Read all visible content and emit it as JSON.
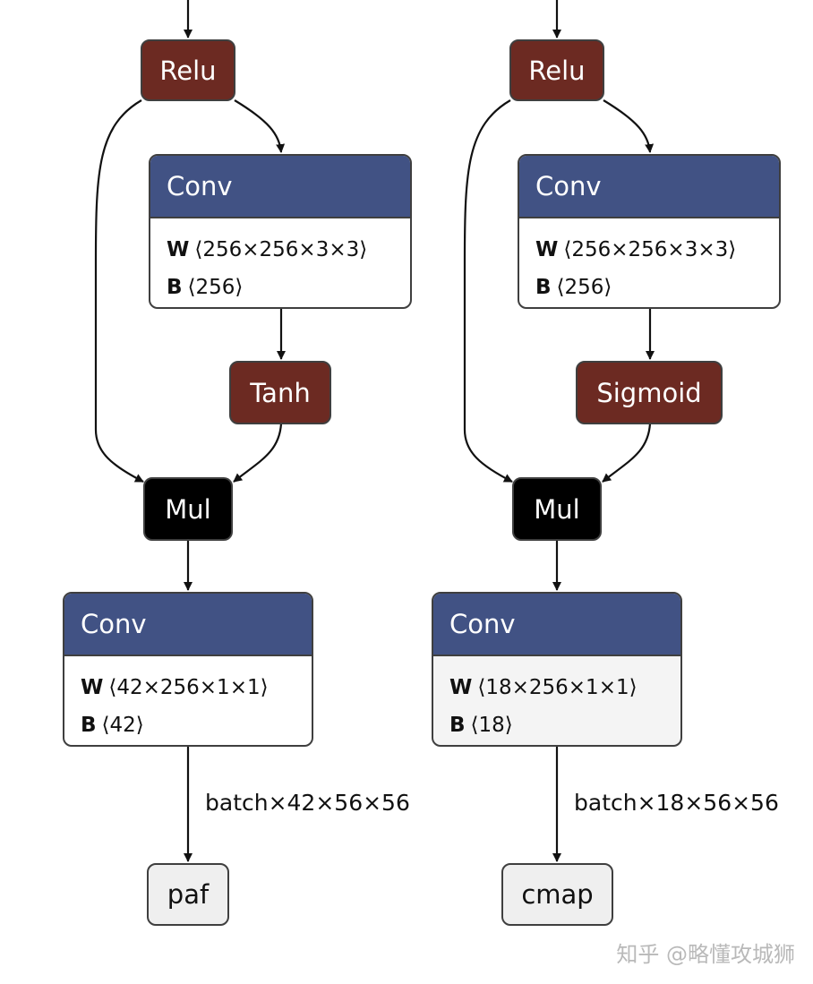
{
  "branches": [
    {
      "relu_label": "Relu",
      "conv1": {
        "title": "Conv",
        "w_key": "W",
        "w_shape": "⟨256×256×3×3⟩",
        "b_key": "B",
        "b_shape": "⟨256⟩"
      },
      "activation_label": "Tanh",
      "mul_label": "Mul",
      "conv2": {
        "title": "Conv",
        "w_key": "W",
        "w_shape": "⟨42×256×1×1⟩",
        "b_key": "B",
        "b_shape": "⟨42⟩"
      },
      "edge_label": "batch×42×56×56",
      "output_label": "paf"
    },
    {
      "relu_label": "Relu",
      "conv1": {
        "title": "Conv",
        "w_key": "W",
        "w_shape": "⟨256×256×3×3⟩",
        "b_key": "B",
        "b_shape": "⟨256⟩"
      },
      "activation_label": "Sigmoid",
      "mul_label": "Mul",
      "conv2": {
        "title": "Conv",
        "w_key": "W",
        "w_shape": "⟨18×256×1×1⟩",
        "b_key": "B",
        "b_shape": "⟨18⟩"
      },
      "edge_label": "batch×18×56×56",
      "output_label": "cmap"
    }
  ],
  "watermark": "知乎 @略懂攻城狮",
  "colors": {
    "activation": "#6c2a22",
    "conv_header": "#415284",
    "mul": "#000000",
    "io_node": "#efefef"
  }
}
